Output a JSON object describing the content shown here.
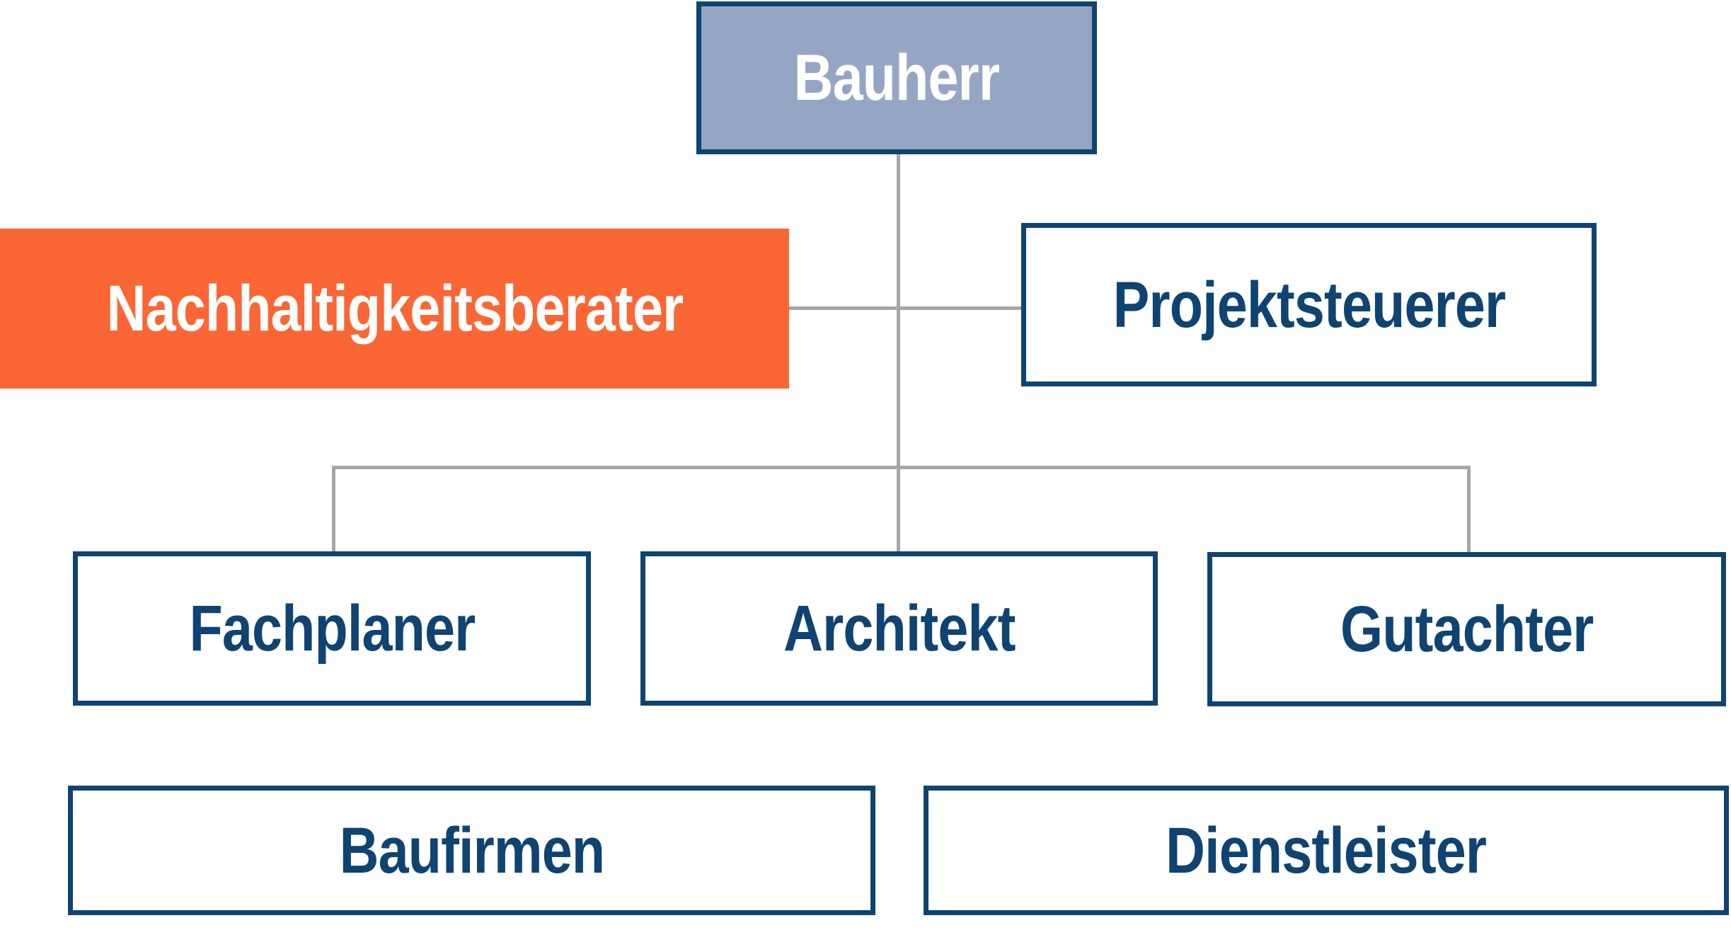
{
  "diagram": {
    "type": "org-chart",
    "nodes": [
      {
        "id": "bauherr",
        "label": "Bauherr",
        "style": "filled-slate",
        "level": "root"
      },
      {
        "id": "nachhaltigkeitsberater",
        "label": "Nachhaltigkeitsberater",
        "style": "filled-orange",
        "level": "staff",
        "highlighted": true
      },
      {
        "id": "projektsteuerer",
        "label": "Projektsteuerer",
        "style": "outlined",
        "level": "staff"
      },
      {
        "id": "fachplaner",
        "label": "Fachplaner",
        "style": "outlined",
        "level": "child"
      },
      {
        "id": "architekt",
        "label": "Architekt",
        "style": "outlined",
        "level": "child"
      },
      {
        "id": "gutachter",
        "label": "Gutachter",
        "style": "outlined",
        "level": "child"
      },
      {
        "id": "baufirmen",
        "label": "Baufirmen",
        "style": "outlined",
        "level": "bottom"
      },
      {
        "id": "dienstleister",
        "label": "Dienstleister",
        "style": "outlined",
        "level": "bottom"
      }
    ],
    "edges": [
      {
        "from": "bauherr",
        "to": "nachhaltigkeitsberater",
        "kind": "lateral"
      },
      {
        "from": "bauherr",
        "to": "projektsteuerer",
        "kind": "lateral"
      },
      {
        "from": "bauherr",
        "to": "fachplaner",
        "kind": "hierarchical"
      },
      {
        "from": "bauherr",
        "to": "architekt",
        "kind": "hierarchical"
      },
      {
        "from": "bauherr",
        "to": "gutachter",
        "kind": "hierarchical"
      }
    ]
  },
  "colors": {
    "navy": "#0f4372",
    "slate": "#95a6c5",
    "orange": "#fa6634",
    "line": "#a6a6a6",
    "white": "#ffffff",
    "bg": "#ffffff"
  }
}
